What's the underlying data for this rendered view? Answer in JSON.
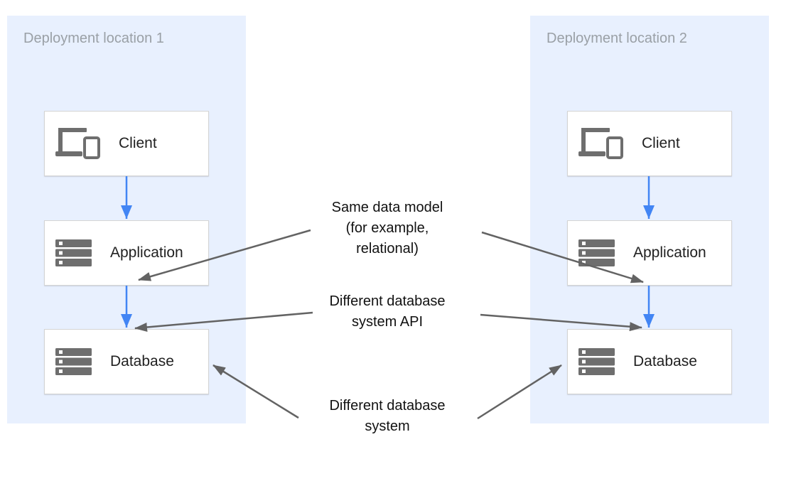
{
  "diagram": {
    "panels": [
      {
        "title": "Deployment location 1",
        "boxes": [
          {
            "label": "Client",
            "icon": "client-devices-icon"
          },
          {
            "label": "Application",
            "icon": "server-stack-icon"
          },
          {
            "label": "Database",
            "icon": "server-stack-icon"
          }
        ]
      },
      {
        "title": "Deployment location 2",
        "boxes": [
          {
            "label": "Client",
            "icon": "client-devices-icon"
          },
          {
            "label": "Application",
            "icon": "server-stack-icon"
          },
          {
            "label": "Database",
            "icon": "server-stack-icon"
          }
        ]
      }
    ],
    "annotations": [
      {
        "id": "same-data-model",
        "text": "Same data model (for example, relational)",
        "lines": [
          "Same data model",
          "(for example,",
          "relational)"
        ]
      },
      {
        "id": "different-database-system-api",
        "text": "Different database system API",
        "lines": [
          "Different database",
          "system API"
        ]
      },
      {
        "id": "different-database-system",
        "text": "Different database system",
        "lines": [
          "Different database",
          "system"
        ]
      }
    ],
    "colors": {
      "panel_background": "#e8f0fe",
      "flow_arrow_blue": "#4285f4",
      "annotation_arrow_gray": "#636363",
      "box_border": "#d4d4d4",
      "panel_title_text": "#9aa0a6",
      "box_label_text": "#212121",
      "annotation_text": "#111111",
      "icon_gray": "#6e6e6e"
    }
  }
}
